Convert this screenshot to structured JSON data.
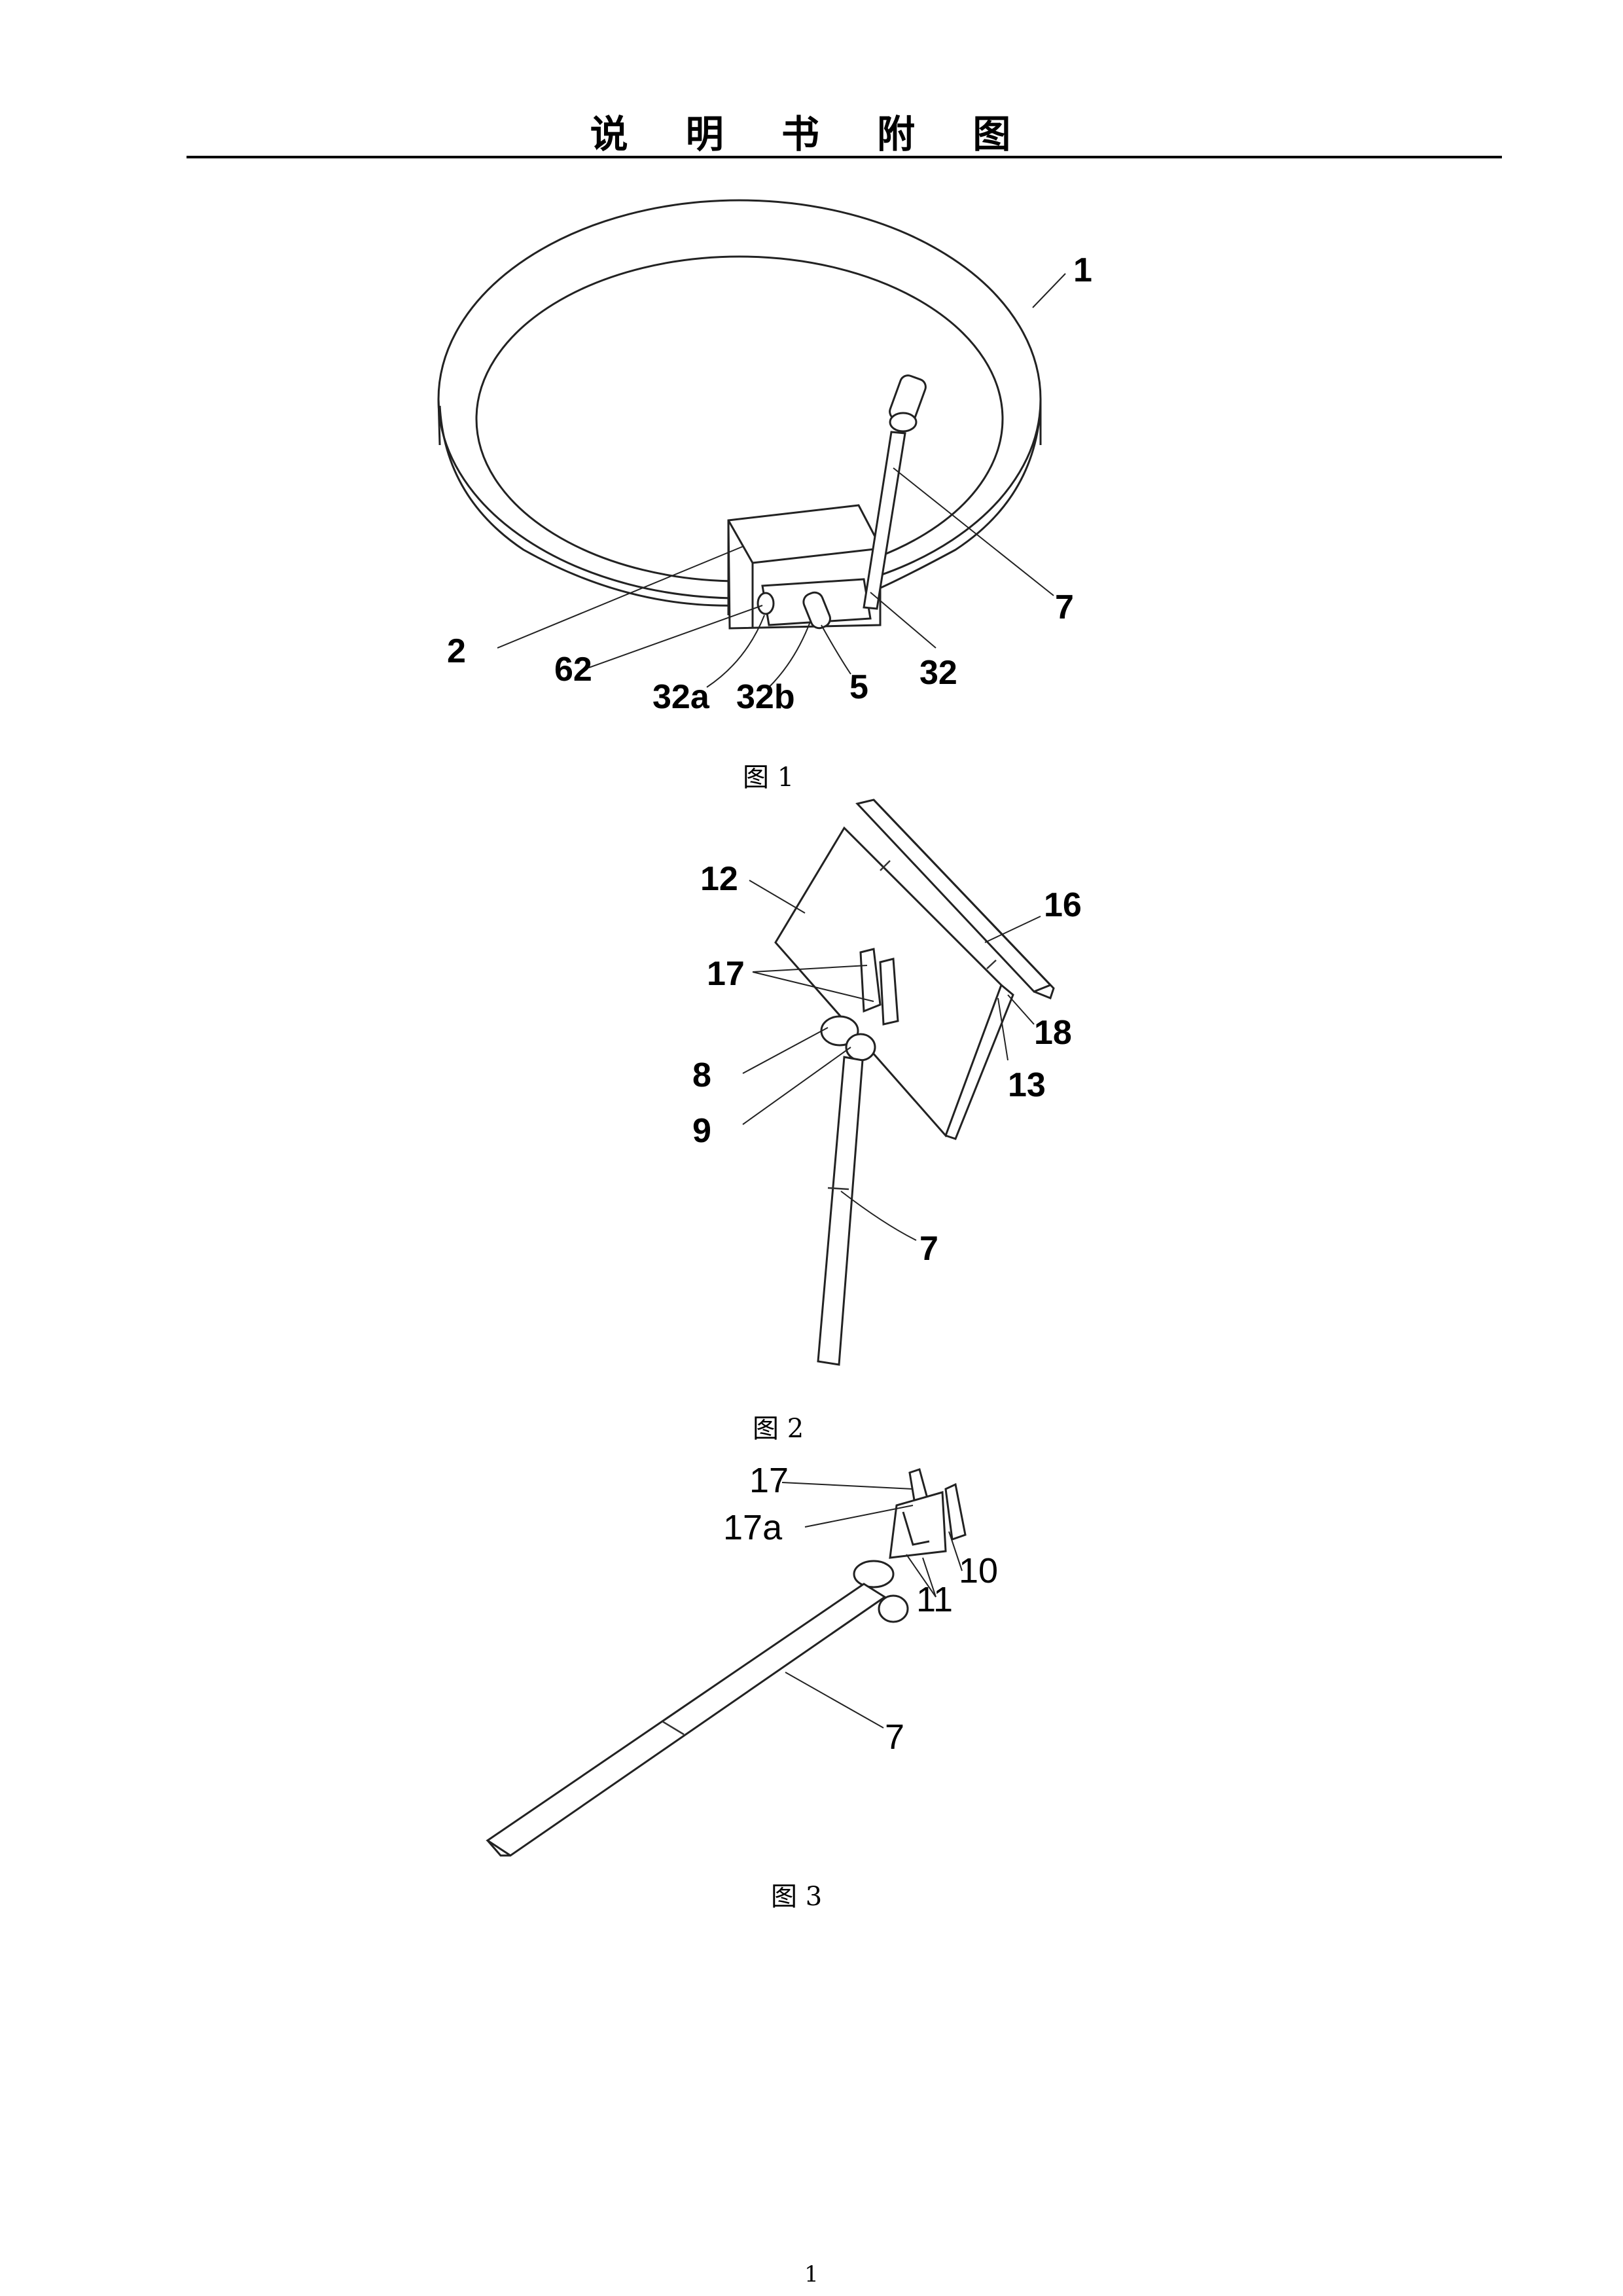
{
  "header": {
    "title": "说 明 书 附 图"
  },
  "figures": [
    {
      "caption": "图 1",
      "labels": {
        "ring": "1",
        "housing": "2",
        "pin": "5",
        "port": "62",
        "rod": "7",
        "slot_block": "32",
        "slot_a": "32a",
        "slot_b": "32b"
      }
    },
    {
      "caption": "图 2",
      "labels": {
        "plate": "12",
        "side_bar": "16",
        "clips": "17",
        "hinge_pad": "18",
        "edge": "13",
        "pivot_sleeve": "8",
        "pivot_knob": "9",
        "rod": "7"
      }
    },
    {
      "caption": "图 3",
      "labels": {
        "clips": "17",
        "clip_a": "17a",
        "arm": "10",
        "fork": "11",
        "rod": "7"
      }
    }
  ],
  "footer": {
    "page_number": "1"
  }
}
